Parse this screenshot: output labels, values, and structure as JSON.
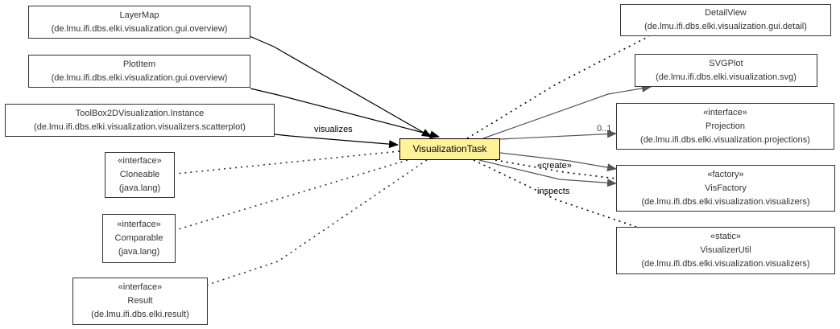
{
  "nodes": {
    "layermap": {
      "name": "LayerMap",
      "package": "(de.lmu.ifi.dbs.elki.visualization.gui.overview)"
    },
    "plotitem": {
      "name": "PlotItem",
      "package": "(de.lmu.ifi.dbs.elki.visualization.gui.overview)"
    },
    "toolbox": {
      "name": "ToolBox2DVisualization.Instance",
      "package": "(de.lmu.ifi.dbs.elki.visualization.visualizers.scatterplot)"
    },
    "cloneable": {
      "stereotype": "«interface»",
      "name": "Cloneable",
      "package": "(java.lang)"
    },
    "comparable": {
      "stereotype": "«interface»",
      "name": "Comparable",
      "package": "(java.lang)"
    },
    "result": {
      "stereotype": "«interface»",
      "name": "Result",
      "package": "(de.lmu.ifi.dbs.elki.result)"
    },
    "vistask": {
      "name": "VisualizationTask"
    },
    "detailview": {
      "name": "DetailView",
      "package": "(de.lmu.ifi.dbs.elki.visualization.gui.detail)"
    },
    "svgplot": {
      "name": "SVGPlot",
      "package": "(de.lmu.ifi.dbs.elki.visualization.svg)"
    },
    "projection": {
      "stereotype": "«interface»",
      "name": "Projection",
      "package": "(de.lmu.ifi.dbs.elki.visualization.projections)"
    },
    "visfactory": {
      "stereotype": "«factory»",
      "name": "VisFactory",
      "package": "(de.lmu.ifi.dbs.elki.visualization.visualizers)"
    },
    "visualizerutil": {
      "stereotype": "«static»",
      "name": "VisualizerUtil",
      "package": "(de.lmu.ifi.dbs.elki.visualization.visualizers)"
    }
  },
  "edge_labels": {
    "visualizes": "visualizes",
    "multiplicity": "0..1",
    "create": "«create»",
    "inspects": "inspects"
  },
  "colors": {
    "focus_fill": "#fff299",
    "border": "#333333",
    "edge_dark": "#000000",
    "edge_gray": "#555555"
  }
}
